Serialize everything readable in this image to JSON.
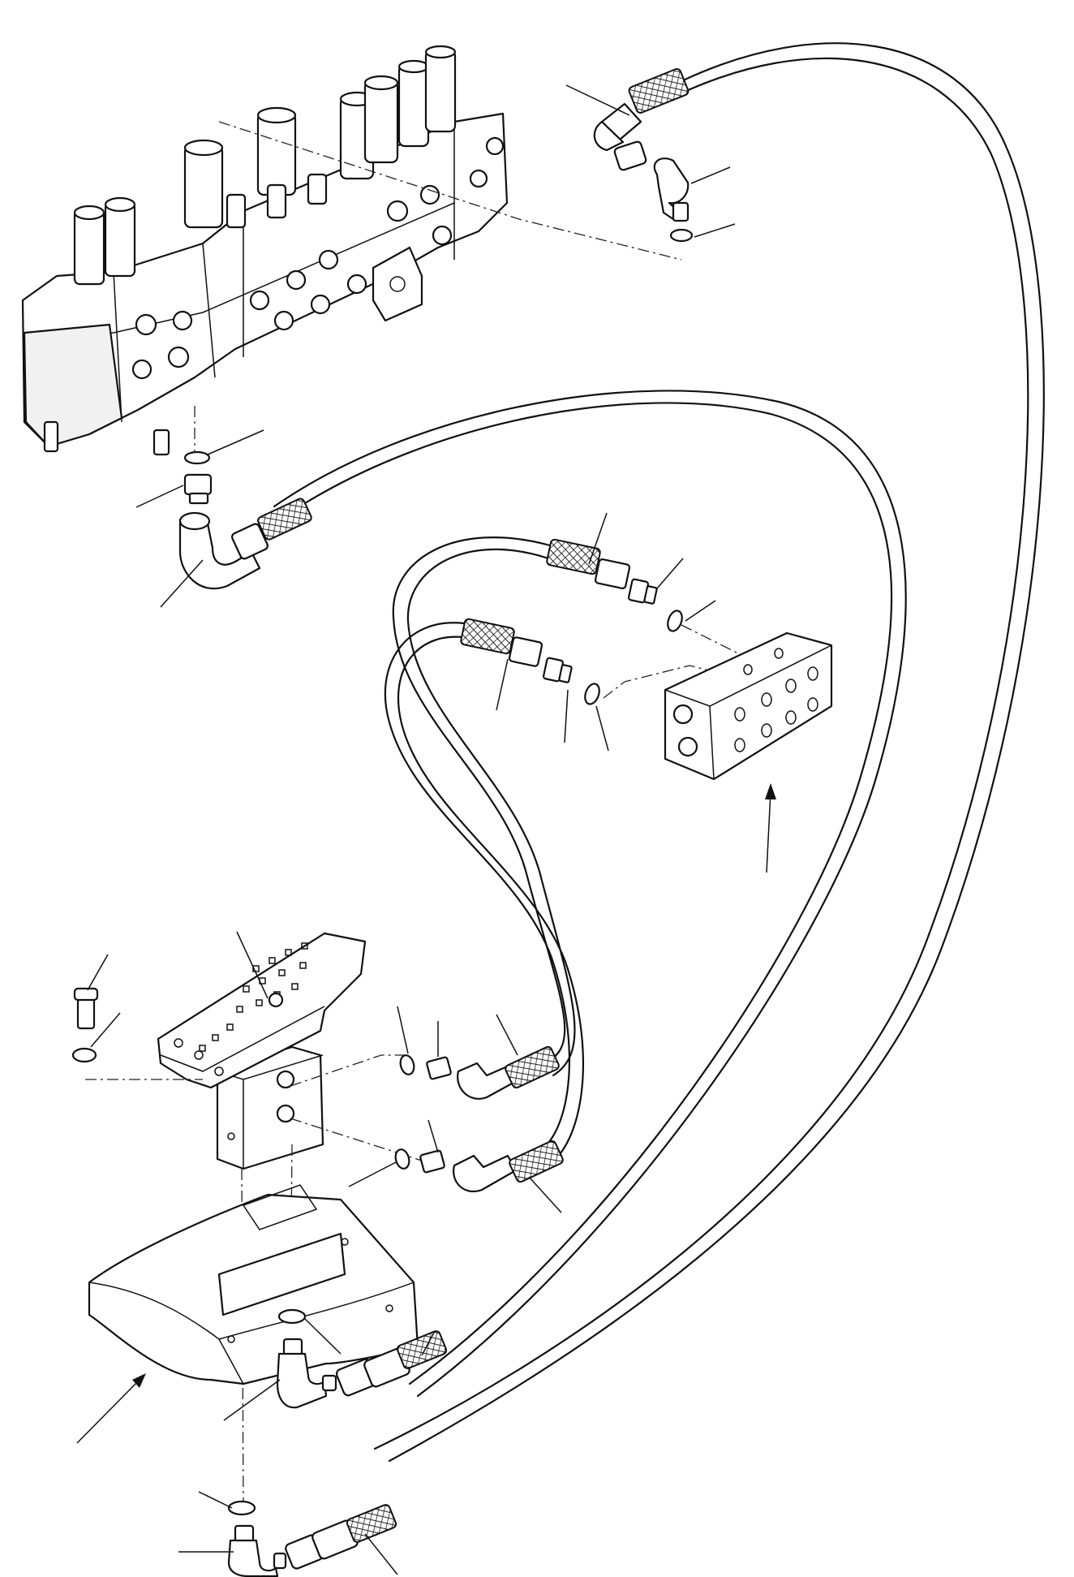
{
  "diagram": {
    "type": "exploded-parts-view",
    "colors": {
      "line": "#111111",
      "background": "#ffffff"
    },
    "components": [
      "control-valve-assembly",
      "hose-upper-right",
      "elbow-fitting-upper-right",
      "o-ring-upper-right",
      "o-ring-valve-port",
      "adapter-valve-port",
      "hose-elbow-left",
      "junction-block",
      "hoses-to-junction-block",
      "adapters-junction-block",
      "o-rings-junction-block",
      "pedal-valve",
      "bolt",
      "washer",
      "hoses-to-pedal-valve",
      "floor-plate",
      "elbow-fittings-bottom",
      "hoses-bottom"
    ]
  }
}
